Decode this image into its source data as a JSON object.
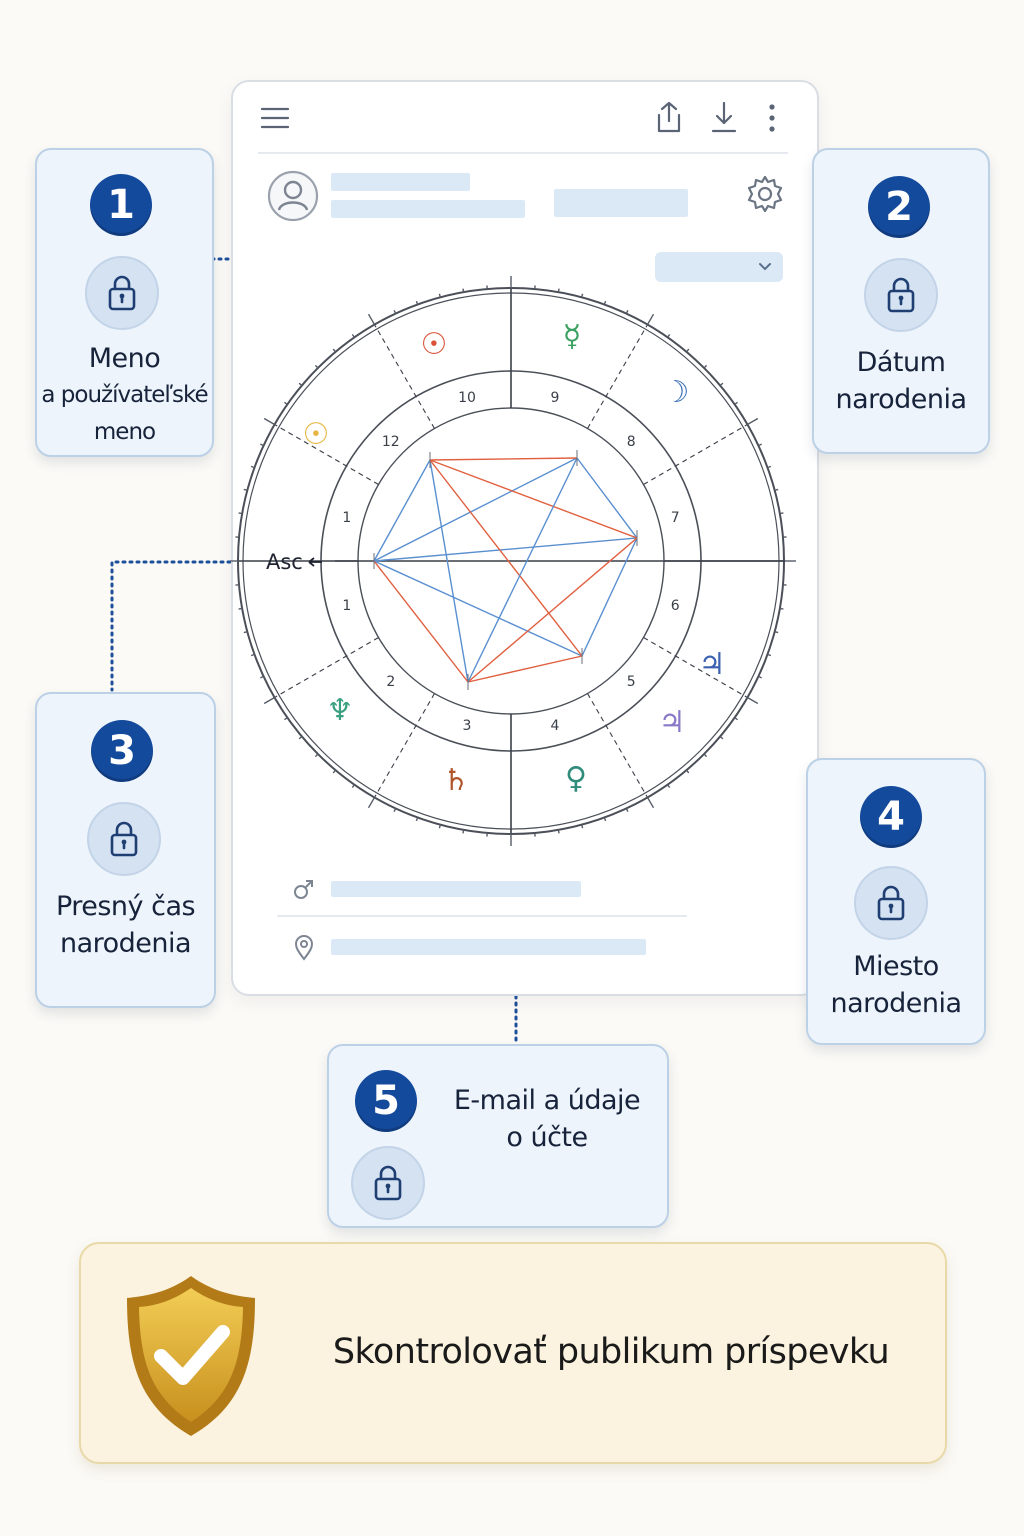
{
  "chart": {
    "asc_label": "Asc",
    "house_numbers": [
      "10",
      "9",
      "8",
      "7",
      "6",
      "5",
      "4",
      "3",
      "2",
      "1",
      "1",
      "12"
    ],
    "planet_glyphs": {
      "sun_a": "☉",
      "sun_b": "☉",
      "mercury": "☿",
      "moon": "☽",
      "jupiter_a": "♃",
      "jupiter_b": "♃",
      "pluto": "♀",
      "saturn": "♄",
      "neptune": "♆"
    },
    "colors": {
      "sun_a": "#d9533a",
      "sun_b": "#e5b540",
      "mercury": "#3aa060",
      "moon": "#3c6fb8",
      "jupiter_a": "#3c63b0",
      "jupiter_b": "#8a78c8",
      "pluto": "#2f8c7a",
      "saturn": "#b0552a",
      "neptune": "#3aa080",
      "red_aspect": "#e06040",
      "blue_aspect": "#5a8fd0"
    }
  },
  "callouts": [
    {
      "number": "1",
      "line1": "Meno",
      "line2": "a používateľské",
      "line3": "meno"
    },
    {
      "number": "2",
      "line1": "Dátum",
      "line2": "narodenia"
    },
    {
      "number": "3",
      "line1": "Presný čas",
      "line2": "narodenia"
    },
    {
      "number": "4",
      "line1": "Miesto",
      "line2": "narodenia"
    },
    {
      "number": "5",
      "line1": "E-mail a údaje",
      "line2": "o účte"
    }
  ],
  "banner": {
    "text": "Skontrolovať publikum príspevku"
  },
  "icons": {
    "menu": "menu-icon",
    "share": "share-icon",
    "download": "download-icon",
    "more": "more-icon",
    "avatar": "user-icon",
    "settings": "gear-icon",
    "gender": "male-icon",
    "location": "location-pin-icon",
    "lock": "lock-icon",
    "shield": "shield-check-icon"
  },
  "accent": "#144a9c"
}
